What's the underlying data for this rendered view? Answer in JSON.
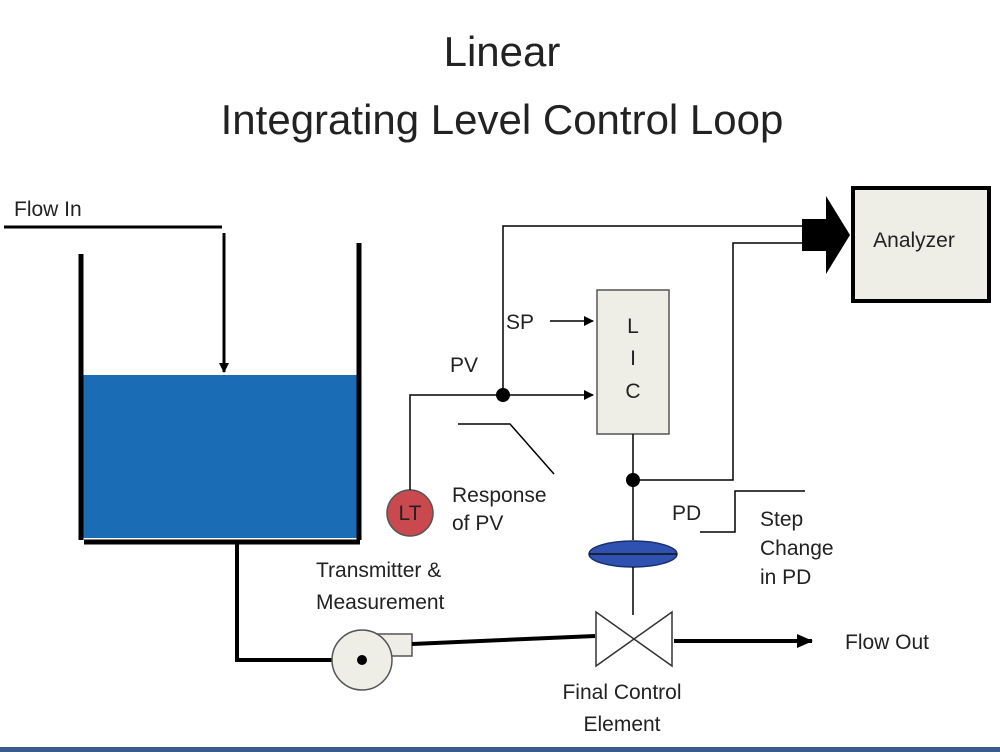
{
  "title": {
    "line1": "Linear",
    "line2": "Integrating Level Control Loop"
  },
  "labels": {
    "flow_in": "Flow In",
    "flow_out": "Flow Out",
    "sp": "SP",
    "pv": "PV",
    "pd": "PD",
    "lt": "LT",
    "lic": [
      "L",
      "I",
      "C"
    ],
    "analyzer": "Analyzer",
    "response_pv": [
      "Response",
      "of PV"
    ],
    "step_change": [
      "Step",
      "Change",
      "in PD"
    ],
    "transmitter": [
      "Transmitter &",
      "Measurement"
    ],
    "final_control": [
      "Final Control",
      "Element"
    ]
  },
  "colors": {
    "water": "#1a6cb5",
    "lt_fill": "#c9494f",
    "valve_actuator": "#2f52b0",
    "analyzer_fill": "#efeee6",
    "lic_fill": "#efeee6",
    "pump_fill": "#efeee6",
    "line": "#000000"
  },
  "icons": {
    "lt": "level-transmitter-icon",
    "pump": "pump-icon",
    "valve": "control-valve-icon",
    "actuator": "valve-actuator-icon",
    "tank": "tank-icon"
  }
}
